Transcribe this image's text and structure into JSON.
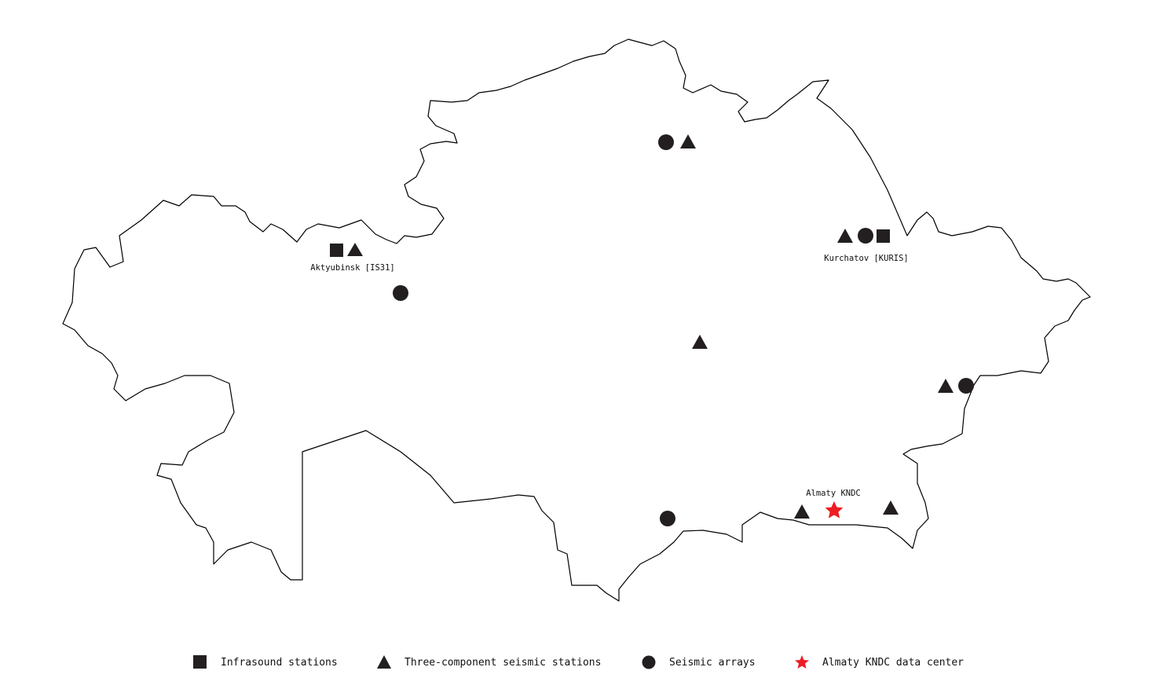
{
  "colors": {
    "marker": "#231f20",
    "data_center": "#ed1c24",
    "border": "#000000",
    "background": "#ffffff"
  },
  "labels": {
    "aktyubinsk": "Aktyubinsk [IS31]",
    "kurchatov": "Kurchatov [KURIS]",
    "almaty": "Almaty KNDC"
  },
  "legend": {
    "infrasound": "Infrasound stations",
    "three_component": "Three-component seismic stations",
    "arrays": "Seismic arrays",
    "data_center": "Almaty KNDC data center"
  },
  "icons": {
    "infrasound": "square-icon",
    "three_component": "triangle-icon",
    "arrays": "circle-icon",
    "data_center": "star-icon"
  }
}
